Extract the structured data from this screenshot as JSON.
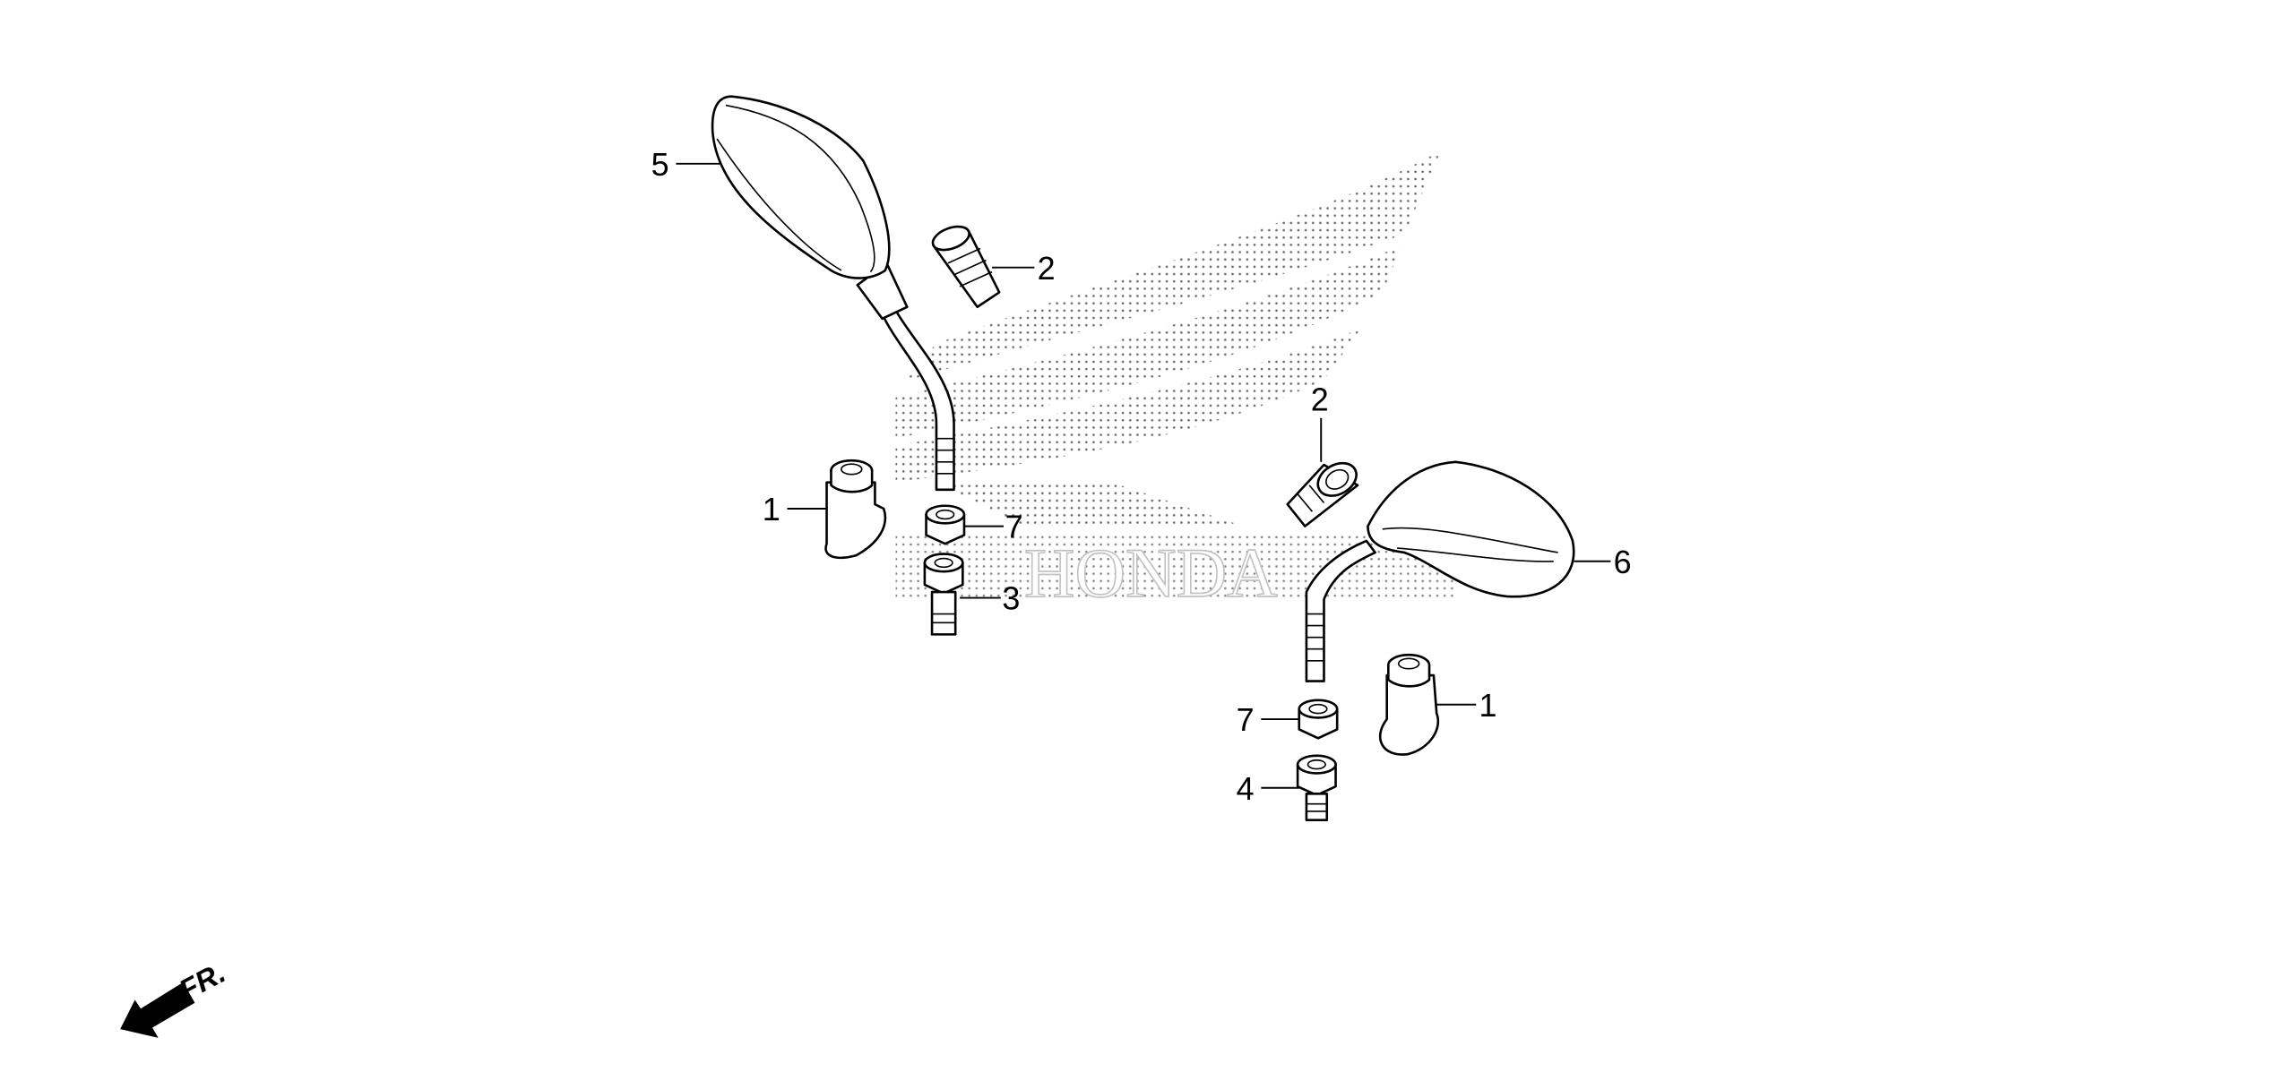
{
  "diagram": {
    "watermark": "HONDA",
    "direction_label": "FR.",
    "callouts": [
      {
        "id": "c5",
        "label": "5",
        "part": "mirror-left"
      },
      {
        "id": "c2a",
        "label": "2",
        "part": "cap-left"
      },
      {
        "id": "c2b",
        "label": "2",
        "part": "cap-right"
      },
      {
        "id": "c1a",
        "label": "1",
        "part": "cover-left"
      },
      {
        "id": "c7a",
        "label": "7",
        "part": "nut-left"
      },
      {
        "id": "c3",
        "label": "3",
        "part": "adapter-left"
      },
      {
        "id": "c6",
        "label": "6",
        "part": "mirror-right"
      },
      {
        "id": "c1b",
        "label": "1",
        "part": "cover-right"
      },
      {
        "id": "c7b",
        "label": "7",
        "part": "nut-right"
      },
      {
        "id": "c4",
        "label": "4",
        "part": "adapter-right"
      }
    ],
    "colors": {
      "line": "#000000",
      "background": "#ffffff",
      "watermark_dots": "#555555"
    }
  }
}
